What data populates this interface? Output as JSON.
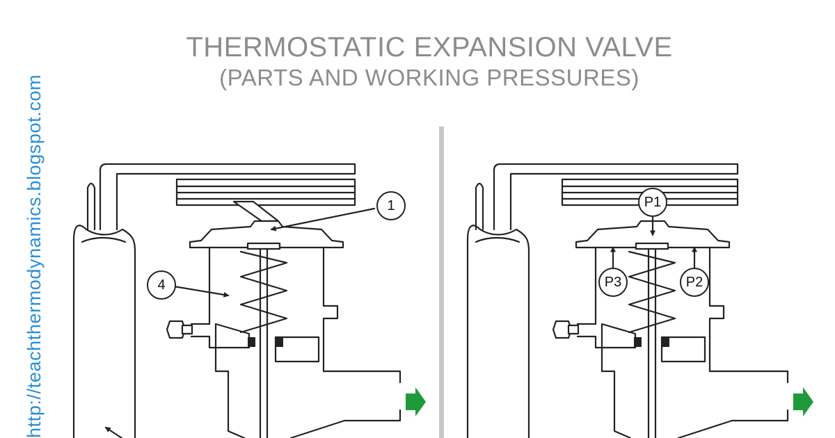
{
  "header": {
    "title": "THERMOSTATIC EXPANSION VALVE",
    "subtitle": "(PARTS AND WORKING PRESSURES)"
  },
  "watermark": "http://teachthermodynamics.blogspot.com",
  "left_diagram": {
    "callouts": [
      "1",
      "4"
    ]
  },
  "right_diagram": {
    "callouts": [
      "P1",
      "P2",
      "P3"
    ]
  },
  "colors": {
    "title": "#8c8c8c",
    "watermark": "#2a8fd6",
    "outlet_arrow": "#1f9a3a",
    "divider": "#c8c8c8"
  }
}
